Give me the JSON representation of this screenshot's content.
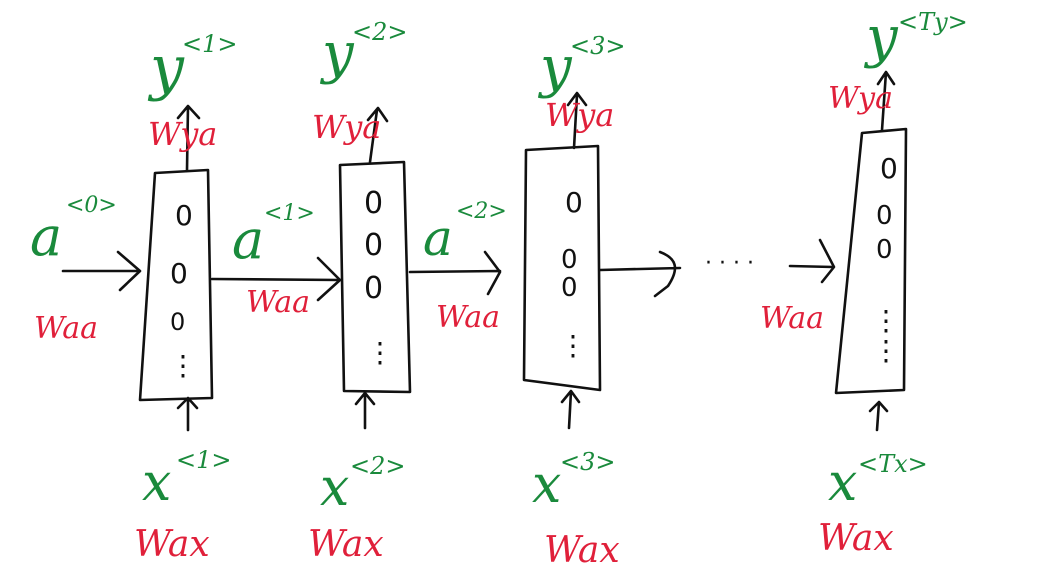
{
  "colors": {
    "green": "#1a8a3c",
    "red": "#e0203a",
    "ink": "#111111"
  },
  "cells": [
    {
      "input": "x",
      "input_sup": "<1>",
      "output": "y",
      "output_sup": "<1>",
      "w_in": "Wax",
      "w_out": "Wya"
    },
    {
      "input": "x",
      "input_sup": "<2>",
      "output": "y",
      "output_sup": "<2>",
      "w_in": "Wax",
      "w_out": "Wya"
    },
    {
      "input": "x",
      "input_sup": "<3>",
      "output": "y",
      "output_sup": "<3>",
      "w_in": "Wax",
      "w_out": "Wya"
    },
    {
      "input": "x",
      "input_sup": "<Tx>",
      "output": "y",
      "output_sup": "<Ty>",
      "w_in": "Wax",
      "w_out": "Wya"
    }
  ],
  "activations": [
    {
      "label": "a",
      "sup": "<0>",
      "weight": "Waa"
    },
    {
      "label": "a",
      "sup": "<1>",
      "weight": "Waa"
    },
    {
      "label": "a",
      "sup": "<2>",
      "weight": "Waa"
    },
    {
      "label": "",
      "sup": "",
      "weight": "Waa"
    }
  ],
  "node_glyph": "0",
  "ellipsis_vertical": "⋮",
  "ellipsis_horizontal": "· · · ·"
}
